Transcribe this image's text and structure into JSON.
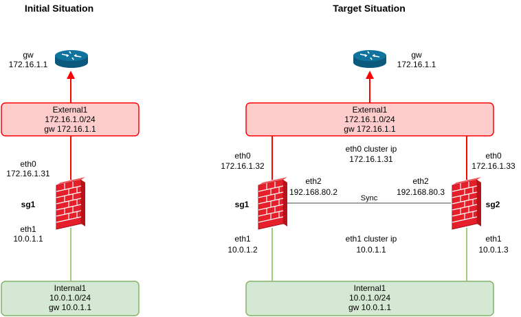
{
  "colors": {
    "red_line": "#ff0000",
    "green_line": "#97d077",
    "sync_line": "#666666",
    "external_fill": "#ffcccc",
    "external_stroke": "#ff0000",
    "internal_fill": "#d5e8d4",
    "internal_stroke": "#82b366",
    "router_fill": "#10739e"
  },
  "left": {
    "title": "Initial Situation",
    "gw": {
      "name": "gw",
      "ip": "172.16.1.1"
    },
    "external": {
      "line1": "External1",
      "line2": "172.16.1.0/24",
      "line3": "gw 172.16.1.1"
    },
    "eth0": {
      "name": "eth0",
      "ip": "172.16.1.31"
    },
    "firewall_name": "sg1",
    "eth1": {
      "name": "eth1",
      "ip": "10.0.1.1"
    },
    "internal": {
      "line1": "Internal1",
      "line2": "10.0.1.0/24",
      "line3": "gw 10.0.1.1"
    }
  },
  "right": {
    "title": "Target Situation",
    "gw": {
      "name": "gw",
      "ip": "172.16.1.1"
    },
    "external": {
      "line1": "External1",
      "line2": "172.16.1.0/24",
      "line3": "gw 172.16.1.1"
    },
    "sg1_eth0": {
      "name": "eth0",
      "ip": "172.16.1.32"
    },
    "cluster_eth0": {
      "name": "eth0 cluster ip",
      "ip": "172.16.1.31"
    },
    "sg2_eth0": {
      "name": "eth0",
      "ip": "172.16.1.33"
    },
    "sg1_name": "sg1",
    "sg2_name": "sg2",
    "sg1_eth2": {
      "name": "eth2",
      "ip": "192.168.80.2"
    },
    "sg2_eth2": {
      "name": "eth2",
      "ip": "192.168.80.3"
    },
    "sync_label": "Sync",
    "sg1_eth1": {
      "name": "eth1",
      "ip": "10.0.1.2"
    },
    "cluster_eth1": {
      "name": "eth1 cluster ip",
      "ip": "10.0.1.1"
    },
    "sg2_eth1": {
      "name": "eth1",
      "ip": "10.0.1.3"
    },
    "internal": {
      "line1": "Internal1",
      "line2": "10.0.1.0/24",
      "line3": "gw 10.0.1.1"
    }
  }
}
